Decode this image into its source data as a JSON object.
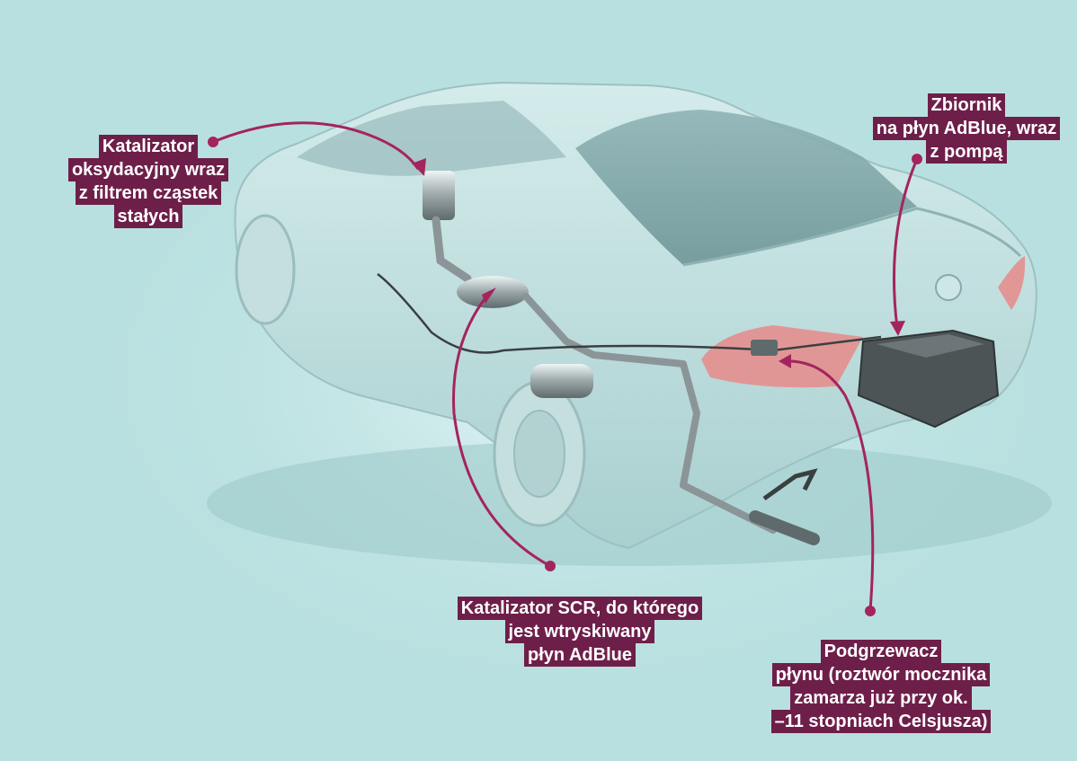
{
  "colors": {
    "background": "#b9e0e0",
    "label_background": "#6e1f49",
    "label_text": "#ffffff",
    "leader_line": "#a4245e",
    "tail_light": "#e88a8a"
  },
  "callouts": {
    "oxidation_catalyst": {
      "lines": [
        "Katalizator",
        "oksydacyjny wraz",
        "z filtrem cząstek",
        "stałych"
      ]
    },
    "adblue_tank": {
      "lines": [
        "Zbiornik",
        "na płyn AdBlue, wraz",
        "z pompą"
      ]
    },
    "scr_catalyst": {
      "lines": [
        "Katalizator SCR, do którego",
        "jest wtryskiwany",
        "płyn AdBlue"
      ]
    },
    "fluid_heater": {
      "lines": [
        "Podgrzewacz",
        "płynu (roztwór mocznika",
        "zamarza już przy ok.",
        "–11 stopniach Celsjusza)"
      ]
    }
  }
}
